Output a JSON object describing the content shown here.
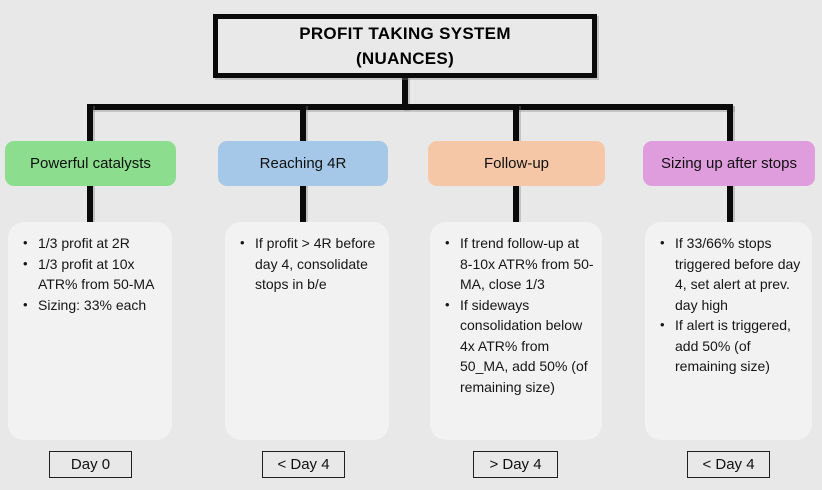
{
  "title": {
    "line1": "PROFIT TAKING SYSTEM",
    "line2": "(NUANCES)"
  },
  "colors": {
    "background": "#e8e8e8",
    "card_background": "#f2f2f2",
    "connector": "#0a0a0a",
    "branch_green": "#8cde8e",
    "branch_blue": "#a5c8e8",
    "branch_peach": "#f5c7a6",
    "branch_pink": "#e09dde"
  },
  "branches": [
    {
      "label": "Powerful catalysts",
      "color": "#8cde8e",
      "bullets": [
        "1/3 profit at 2R",
        "1/3 profit at 10x ATR% from 50-MA",
        "Sizing: 33% each"
      ],
      "day": "Day 0"
    },
    {
      "label": "Reaching 4R",
      "color": "#a5c8e8",
      "bullets": [
        "If profit > 4R before day 4, consolidate stops in b/e"
      ],
      "day": "< Day 4"
    },
    {
      "label": "Follow-up",
      "color": "#f5c7a6",
      "bullets": [
        "If trend follow-up at 8-10x ATR% from 50-MA, close 1/3",
        "If sideways consolidation below 4x ATR% from 50_MA, add 50% (of remaining size)"
      ],
      "day": "> Day 4"
    },
    {
      "label": "Sizing up after stops",
      "color": "#e09dde",
      "bullets": [
        "If 33/66% stops triggered before day 4, set alert at prev. day high",
        "If alert is triggered, add 50% (of remaining size)"
      ],
      "day": "< Day 4"
    }
  ]
}
